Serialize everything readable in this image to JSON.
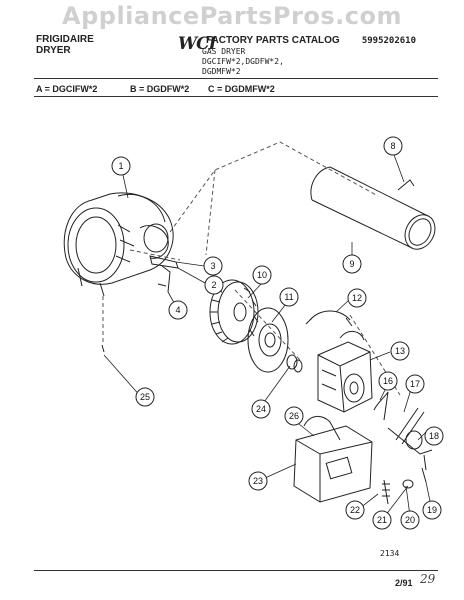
{
  "watermark": "AppliancePartsPros.com",
  "header": {
    "brand": "FRIGIDAIRE",
    "product": "DRYER",
    "logo": "WCI",
    "catalog_title": "FACTORY PARTS CATALOG",
    "subtitle_1": "GAS DRYER",
    "subtitle_2": "DGCIFW*2,DGDFW*2,",
    "subtitle_3": "DGDMFW*2",
    "part_number": "5995202610"
  },
  "models": [
    "A = DGCIFW*2",
    "B = DGDFW*2",
    "C = DGDMFW*2"
  ],
  "callouts": [
    "1",
    "2",
    "3",
    "4",
    "8",
    "9",
    "10",
    "11",
    "12",
    "13",
    "16",
    "17",
    "18",
    "19",
    "20",
    "21",
    "22",
    "23",
    "24",
    "25",
    "26"
  ],
  "footer": {
    "drawing_code": "2134",
    "date": "2/91",
    "page_mark": "29"
  }
}
